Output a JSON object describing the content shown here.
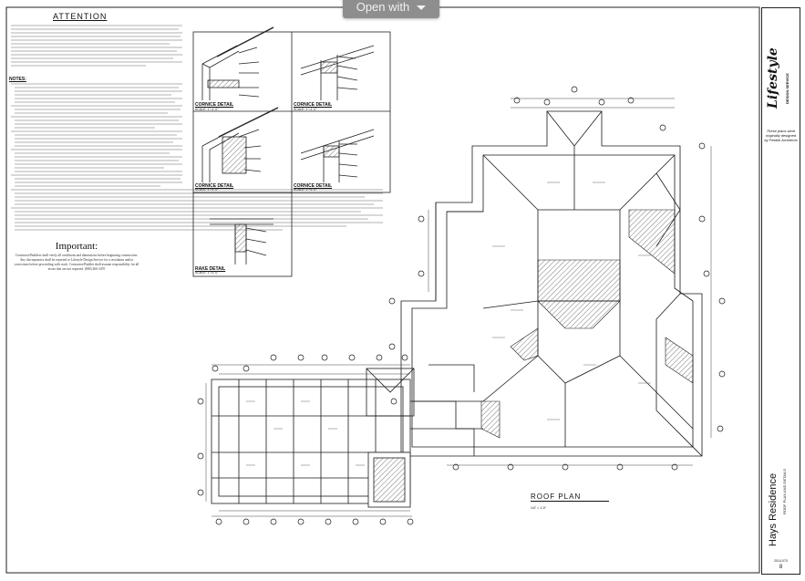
{
  "viewer": {
    "open_with_label": "Open with"
  },
  "notes": {
    "title": "ATTENTION",
    "notes_heading": "NOTES:"
  },
  "important": {
    "heading": "Important:",
    "body": "Contractor/Builders shall verify all conditions and dimensions before beginning construction. Any discrepancies shall be reported to Lifestyle Design Service for a resolution and/or corrections before proceeding with work. Contractor/Builder shall assume responsibility for all errors that are not reported. (800) 266-3470"
  },
  "details": [
    {
      "label": "CORNICE DETAIL",
      "scale": "SCALE: 1\"=1'-0\""
    },
    {
      "label": "CORNICE DETAIL",
      "scale": "SCALE: 1\"=1'-0\""
    },
    {
      "label": "CORNICE DETAIL",
      "scale": "SCALE: 1\"=1'-0\""
    },
    {
      "label": "CORNICE DETAIL",
      "scale": "SCALE: 1\"=1'-0\""
    },
    {
      "label": "RAKE DETAIL",
      "scale": "SCALE: 1\"=1'-0\""
    }
  ],
  "roof_plan": {
    "title": "ROOF PLAN",
    "scale": "1/4\" = 1'-0\""
  },
  "title_block": {
    "logo": "Lifestyle",
    "service": "DESIGN SERVICE",
    "description": "These plans were originally designed by Pebble Architects",
    "project": "Hays Residence",
    "sheet_title": "ROOF PLAN AND DETAILS",
    "project_number": "2014-070",
    "sheet_number": "8"
  },
  "colors": {
    "line": "#1a1a1a",
    "hatch": "#555555",
    "viewer_button": "#8e8e8e"
  }
}
